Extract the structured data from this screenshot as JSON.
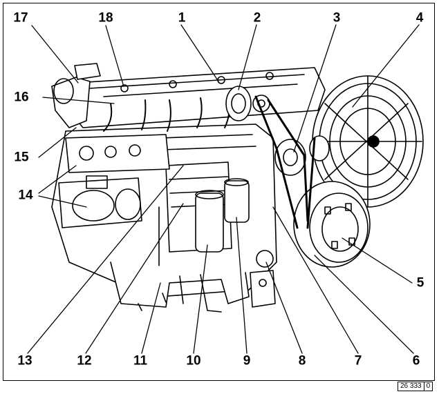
{
  "figure": {
    "callouts": [
      "1",
      "2",
      "3",
      "4",
      "5",
      "6",
      "7",
      "8",
      "9",
      "10",
      "11",
      "12",
      "13",
      "14",
      "15",
      "16",
      "17",
      "18"
    ],
    "reference_code": "26 333",
    "reference_suffix": "0"
  }
}
